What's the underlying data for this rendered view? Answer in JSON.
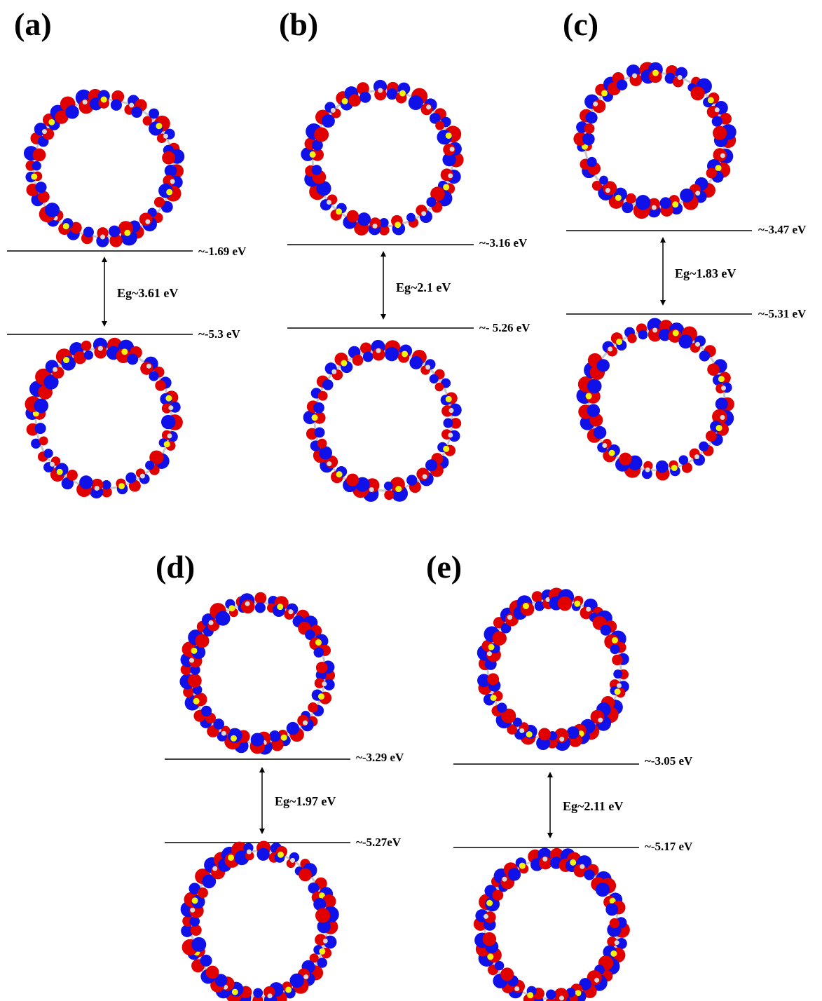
{
  "panels": [
    {
      "label": "(a)",
      "lumo": "~-1.69 eV",
      "homo": "~-5.3 eV",
      "gap": "Eg~3.61 eV"
    },
    {
      "label": "(b)",
      "lumo": "~-3.16 eV",
      "homo": "~- 5.26 eV",
      "gap": "Eg~2.1 eV"
    },
    {
      "label": "(c)",
      "lumo": "~-3.47 eV",
      "homo": "~-5.31 eV",
      "gap": "Eg~1.83 eV"
    },
    {
      "label": "(d)",
      "lumo": "~-3.29 eV",
      "homo": "~-5.27eV",
      "gap": "Eg~1.97 eV"
    },
    {
      "label": "(e)",
      "lumo": "~-3.05 eV",
      "homo": "~-5.17 eV",
      "gap": "Eg~2.11 eV"
    }
  ],
  "colors": {
    "positive_lobe": "#e00000",
    "negative_lobe": "#1010e8",
    "atom_s": "#f2f20f",
    "atom_h": "#d9d9d9",
    "bond": "#c8c8c8"
  }
}
